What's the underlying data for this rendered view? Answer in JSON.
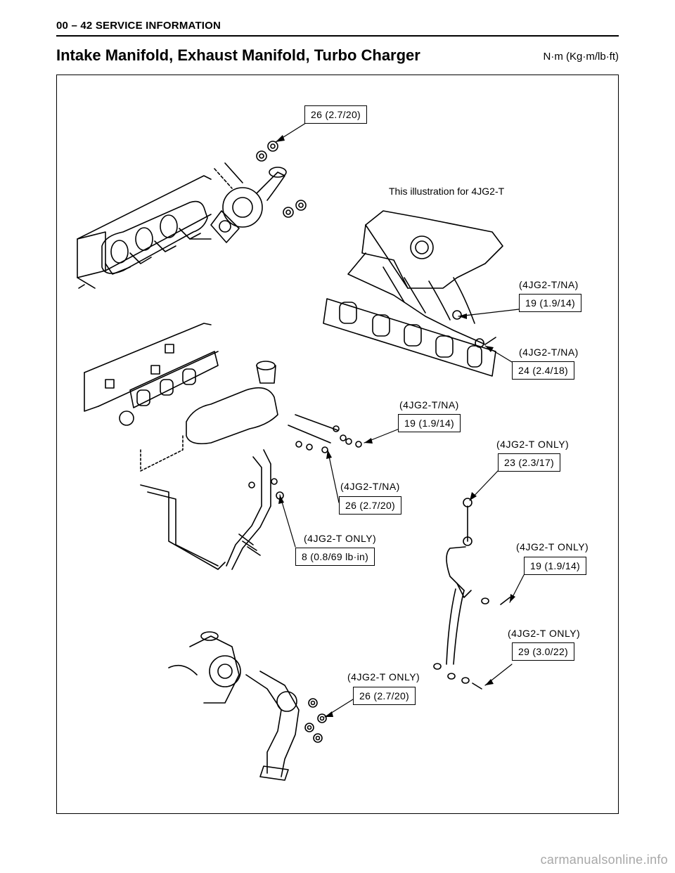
{
  "header": {
    "section": "00 – 42 SERVICE INFORMATION",
    "title": "Intake Manifold, Exhaust Manifold, Turbo Charger",
    "units": "N·m (Kg·m/lb·ft)"
  },
  "illustration": {
    "note": "This illustration for 4JG2-T",
    "callouts": [
      {
        "label": "",
        "value": "26 (2.7/20)"
      },
      {
        "label": "(4JG2-T/NA)",
        "value": "19 (1.9/14)"
      },
      {
        "label": "(4JG2-T/NA)",
        "value": "24 (2.4/18)"
      },
      {
        "label": "(4JG2-T/NA)",
        "value": "19 (1.9/14)"
      },
      {
        "label": "(4JG2-T ONLY)",
        "value": "23 (2.3/17)"
      },
      {
        "label": "(4JG2-T/NA)",
        "value": "26 (2.7/20)"
      },
      {
        "label": "(4JG2-T ONLY)",
        "value": "8 (0.8/69 lb·in)"
      },
      {
        "label": "(4JG2-T ONLY)",
        "value": "19 (1.9/14)"
      },
      {
        "label": "(4JG2-T ONLY)",
        "value": "29 (3.0/22)"
      },
      {
        "label": "(4JG2-T ONLY)",
        "value": "26 (2.7/20)"
      }
    ]
  },
  "watermark": "carmanualsonline.info"
}
